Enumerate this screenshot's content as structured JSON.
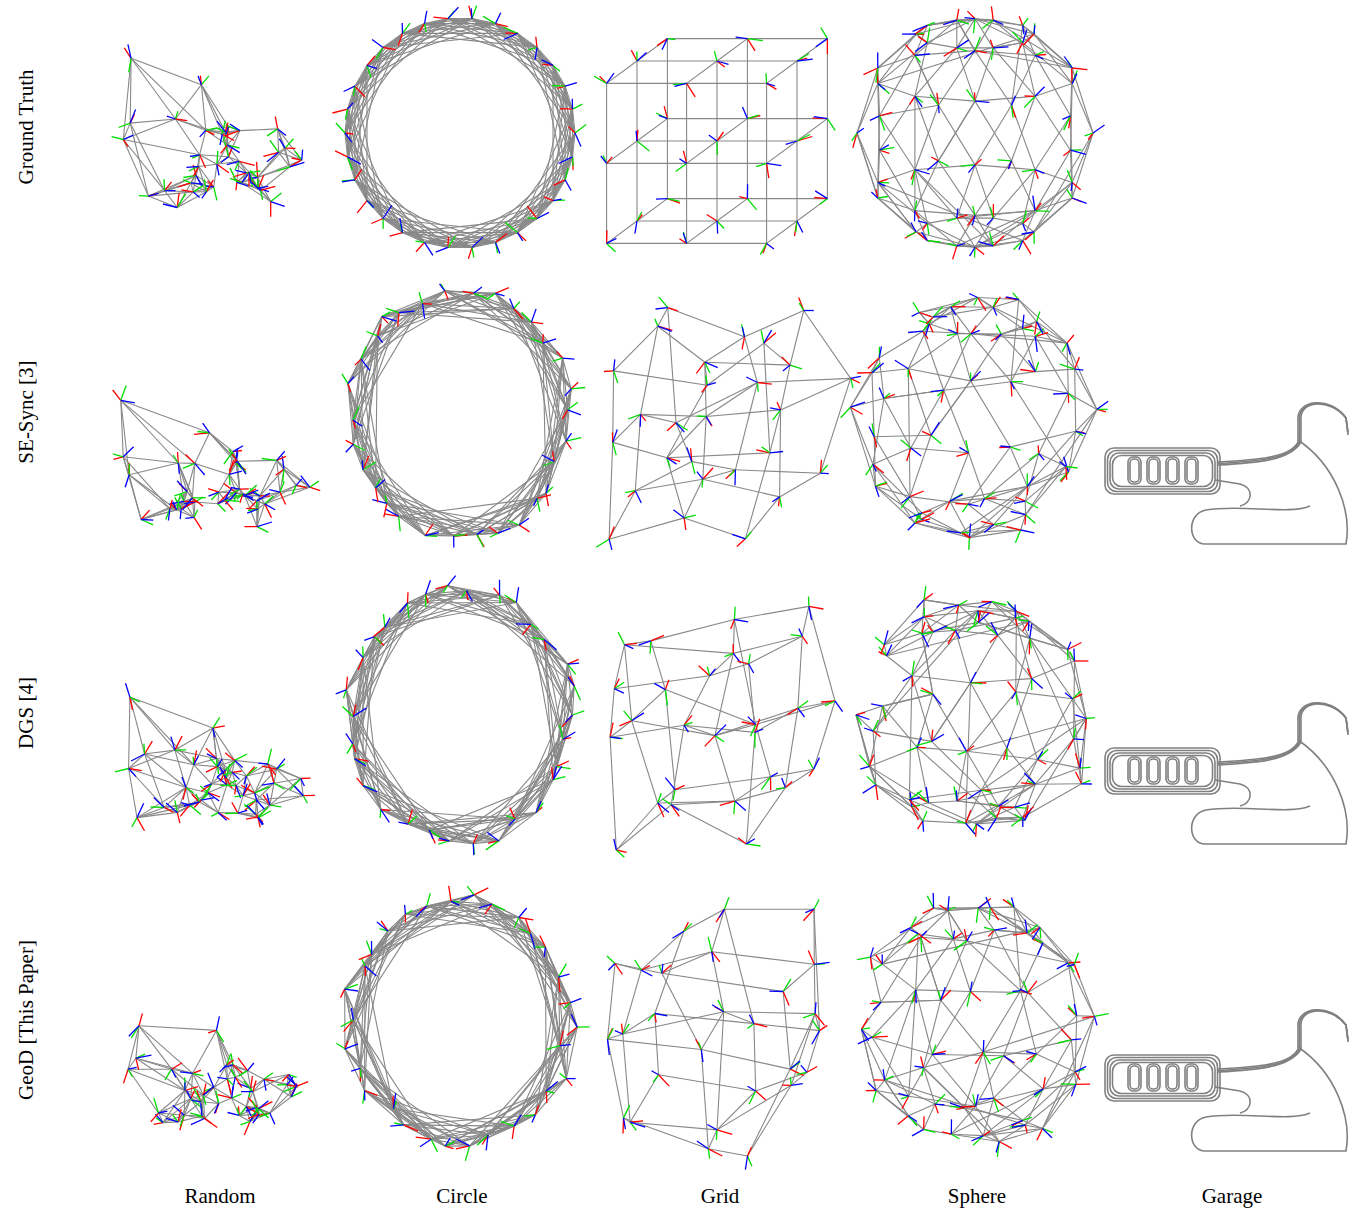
{
  "diagram": {
    "labels": [
      "Ground Truth",
      "SE-Sync [3]",
      "DGS [4]",
      "GeoD [This Paper]",
      "Random",
      "Circle",
      "Grid",
      "Sphere",
      "Garage"
    ]
  }
}
